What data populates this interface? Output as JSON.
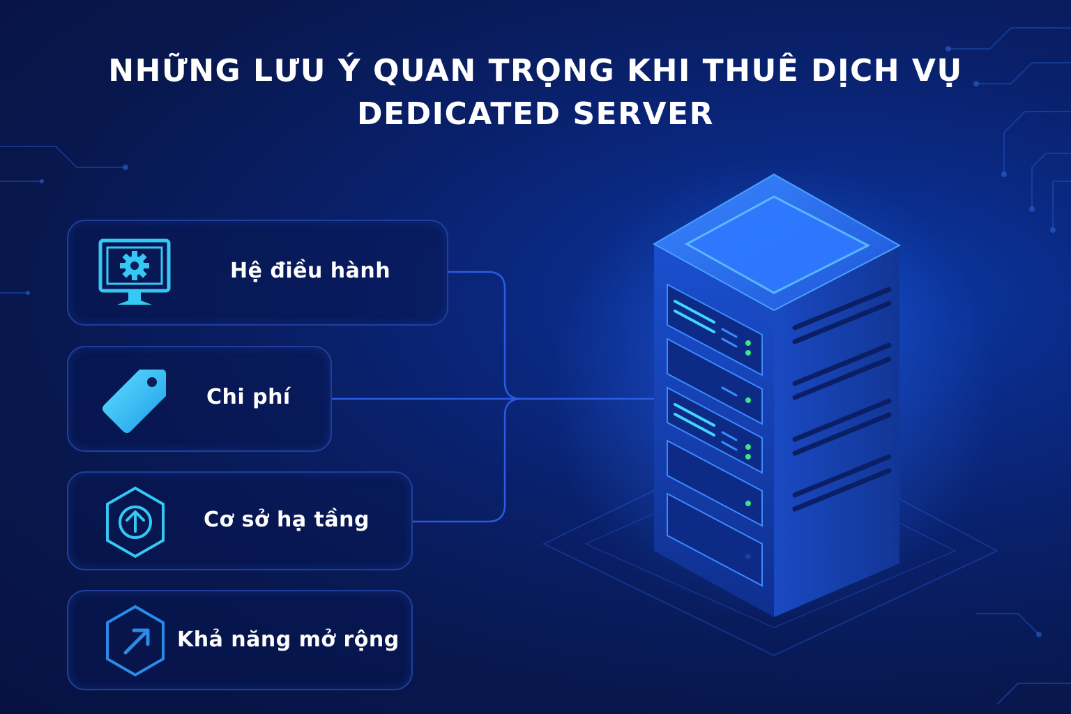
{
  "title": {
    "line1": "Những lưu ý quan trọng khi thuê dịch vụ",
    "line2": "Dedicated Server"
  },
  "items": [
    {
      "label": "Hệ điều hành",
      "icon": "monitor-gear-icon"
    },
    {
      "label": "Chi phí",
      "icon": "price-tag-icon"
    },
    {
      "label": "Cơ sở hạ tầng",
      "icon": "hexagon-up-arrow-icon"
    },
    {
      "label": "Khả năng mở rộng",
      "icon": "hexagon-diagonal-arrow-icon"
    }
  ],
  "colors": {
    "background": "#081a55",
    "accent": "#36c8f4",
    "card_border": "#1f3f9c",
    "server_blue": "#1f5fe0",
    "led_green": "#3fe38a",
    "text": "#ffffff"
  }
}
